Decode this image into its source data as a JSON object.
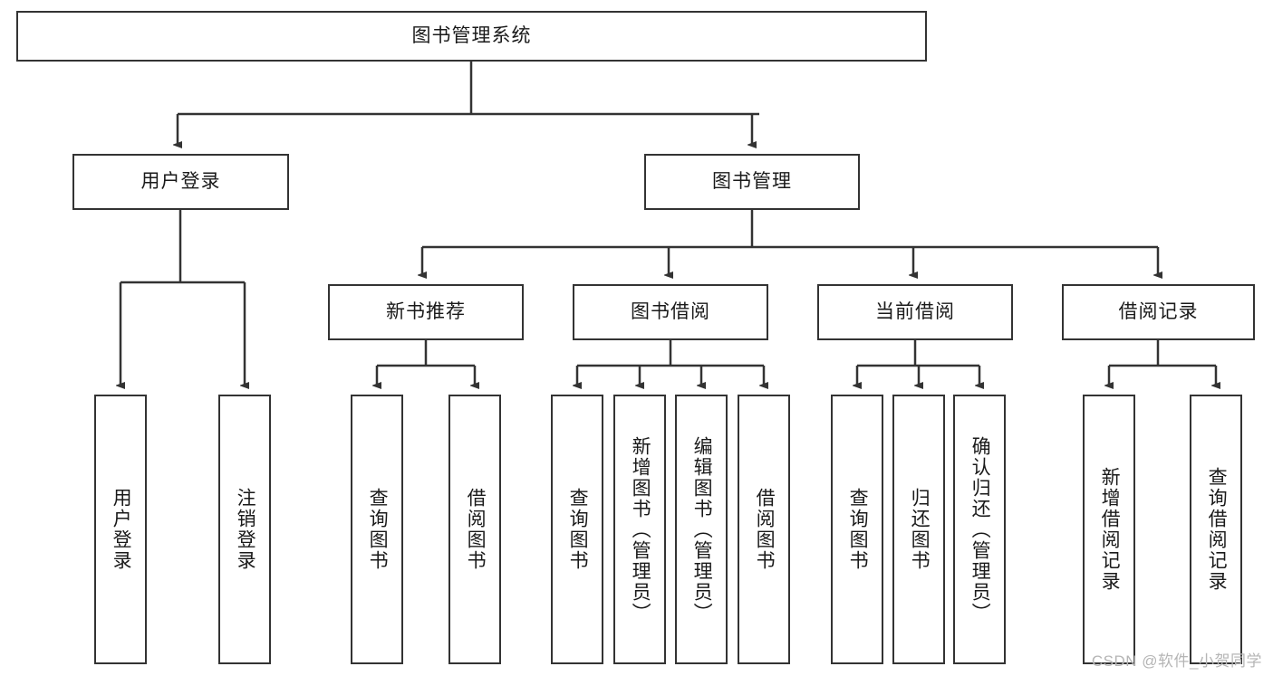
{
  "diagram": {
    "type": "tree",
    "title": "图书管理系统",
    "root": {
      "label": "图书管理系统"
    },
    "level2": [
      {
        "label": "用户登录"
      },
      {
        "label": "图书管理"
      }
    ],
    "level3": [
      {
        "label": "新书推荐"
      },
      {
        "label": "图书借阅"
      },
      {
        "label": "当前借阅"
      },
      {
        "label": "借阅记录"
      }
    ],
    "leaves": {
      "user_login": [
        {
          "label": "用户登录"
        },
        {
          "label": "注销登录"
        }
      ],
      "new_book": [
        {
          "label": "查询图书"
        },
        {
          "label": "借阅图书"
        }
      ],
      "book_borrow": [
        {
          "label": "查询图书"
        },
        {
          "label": "新增图书（管理员）"
        },
        {
          "label": "编辑图书（管理员）"
        },
        {
          "label": "借阅图书"
        }
      ],
      "current_borrow": [
        {
          "label": "查询图书"
        },
        {
          "label": "归还图书"
        },
        {
          "label": "确认归还（管理员）"
        }
      ],
      "borrow_record": [
        {
          "label": "新增借阅记录"
        },
        {
          "label": "查询借阅记录"
        }
      ]
    }
  },
  "watermark": {
    "text": "CSDN @软件_小贺同学"
  },
  "colors": {
    "stroke": "#333333",
    "background": "#ffffff",
    "text": "#1a1a1a",
    "watermark": "#b5b5b5"
  }
}
